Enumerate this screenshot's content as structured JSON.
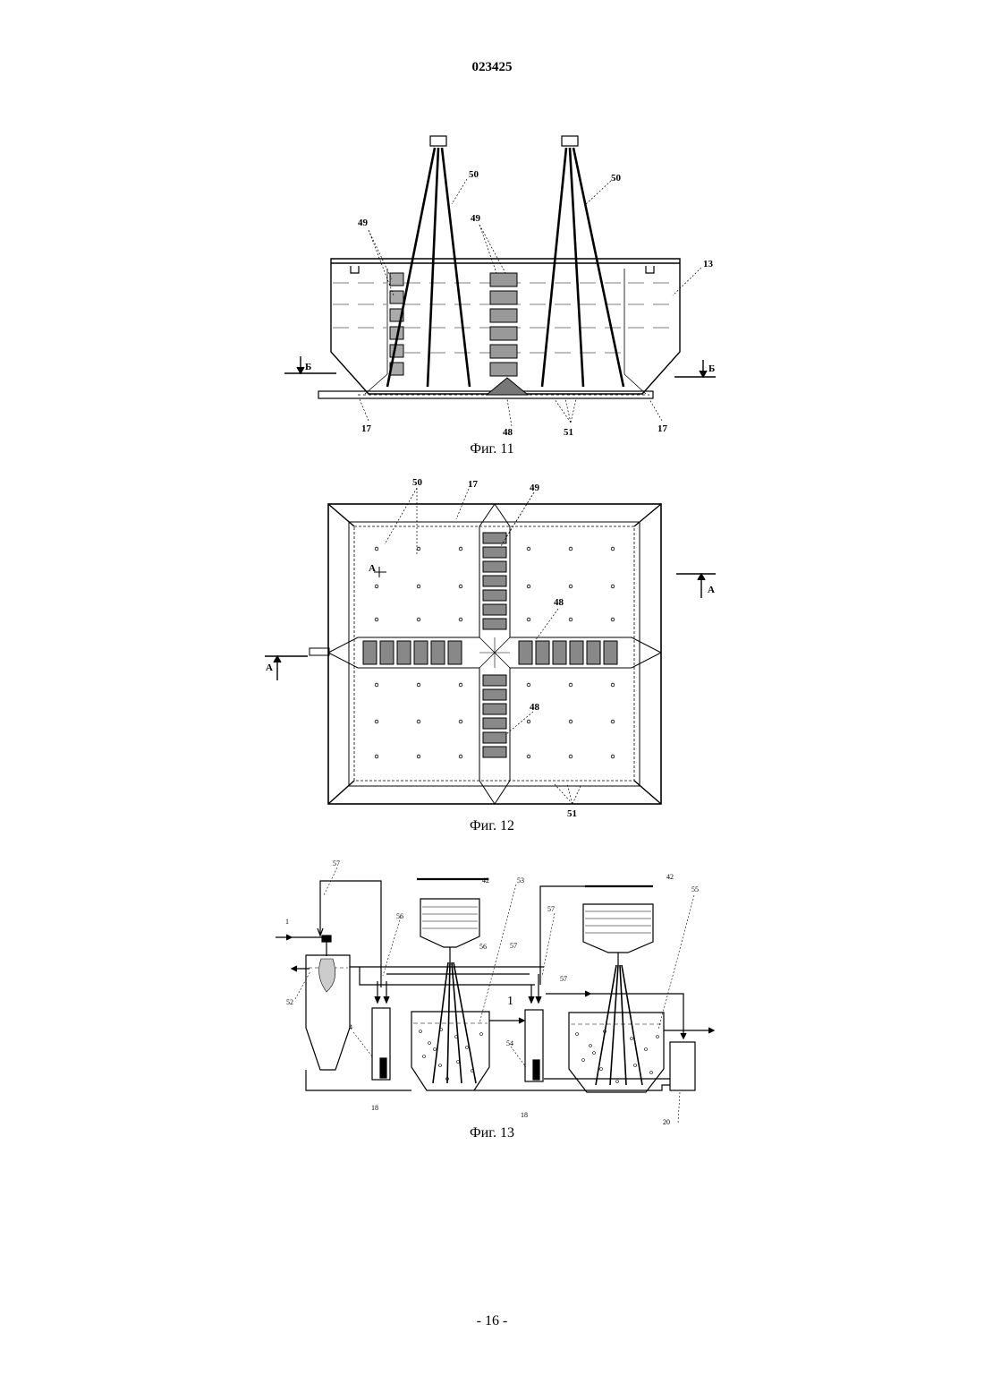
{
  "patent_number": "023425",
  "page_footer": "- 16 -",
  "fig11": {
    "caption": "Фиг. 11",
    "labels": {
      "l50a": "50",
      "l50b": "50",
      "l49a": "49",
      "l49b": "49",
      "l13": "13",
      "sBl": "Б",
      "sBr": "Б",
      "l17a": "17",
      "l48": "48",
      "l51": "51",
      "l17b": "17"
    }
  },
  "fig12": {
    "caption": "Фиг. 12",
    "labels": {
      "l50": "50",
      "l17": "17",
      "l49": "49",
      "sA1": "А",
      "sA2": "А",
      "sA3": "А",
      "l48a": "48",
      "l48b": "48",
      "l51": "51"
    }
  },
  "fig13": {
    "caption": "Фиг. 13",
    "labels": {
      "l57a": "57",
      "l1": "1",
      "l42a": "42",
      "l53": "53",
      "l56a": "56",
      "l56b": "56",
      "l57b": "57",
      "l57c": "57",
      "l57d": "57",
      "l42b": "42",
      "l55": "55",
      "l52": "52",
      "l4": "4",
      "l1b": "1",
      "l54": "54",
      "l18a": "18",
      "l18b": "18",
      "l20": "20"
    }
  }
}
